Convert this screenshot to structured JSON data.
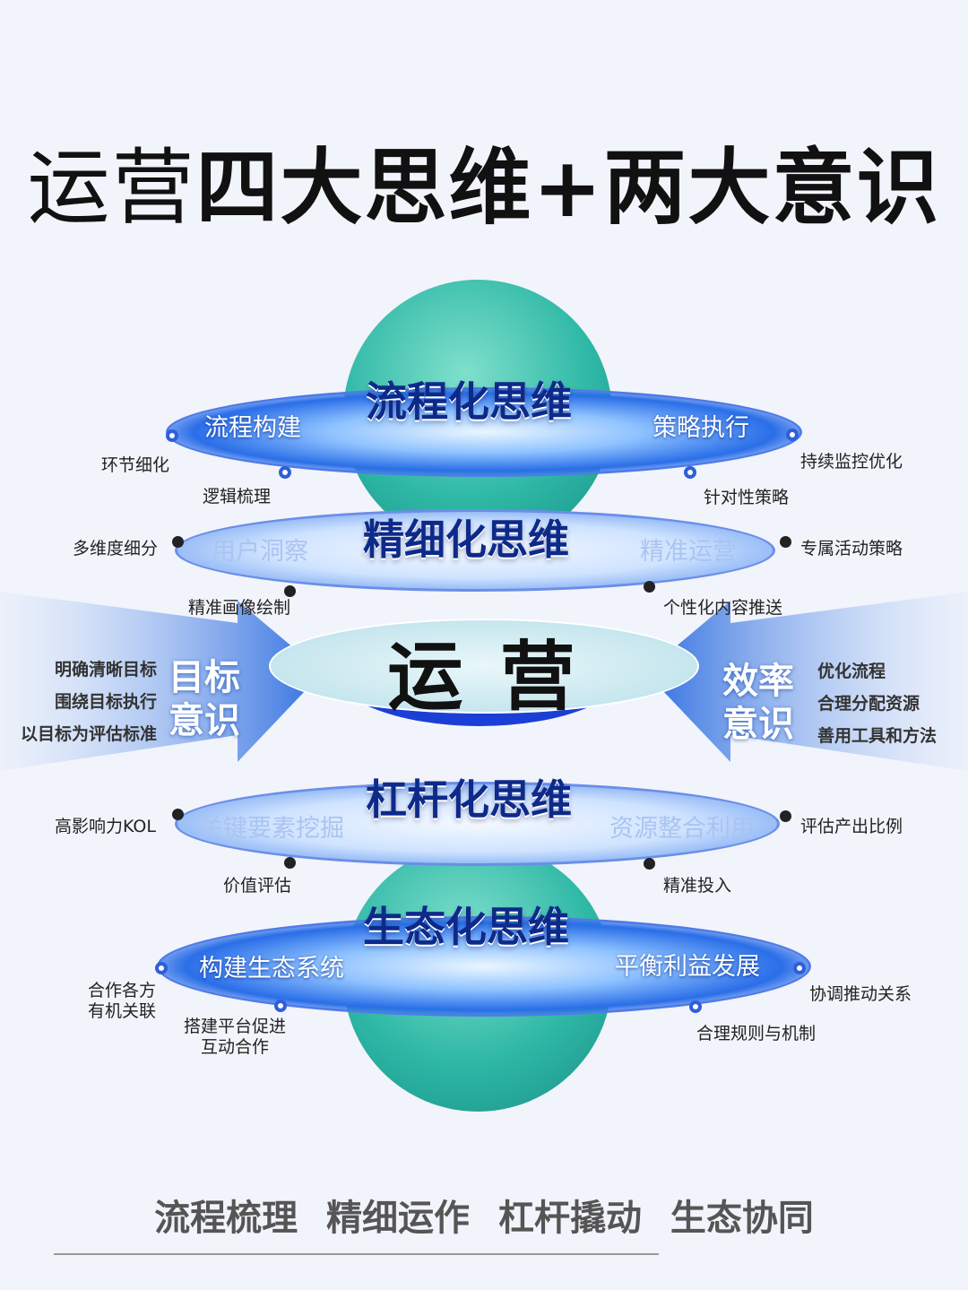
{
  "title": {
    "part1": "运营",
    "part2": "四大思维+两大意识"
  },
  "rings": [
    {
      "heading": "流程化思维",
      "left": "流程构建",
      "right": "策略执行",
      "notes": [
        "环节细化",
        "逻辑梳理",
        "针对性策略",
        "持续监控优化"
      ]
    },
    {
      "heading": "精细化思维",
      "left": "用户洞察",
      "right": "精准运营",
      "notes": [
        "多维度细分",
        "精准画像绘制",
        "个性化内容推送",
        "专属活动策略"
      ]
    },
    {
      "heading": "杠杆化思维",
      "left": "关键要素挖掘",
      "right": "资源整合利用",
      "notes": [
        "高影响力KOL",
        "价值评估",
        "精准投入",
        "评估产出比例"
      ]
    },
    {
      "heading": "生态化思维",
      "left": "构建生态系统",
      "right": "平衡利益发展",
      "notes": [
        "合作各方有机关联",
        "搭建平台促进互动合作",
        "合理规则与机制",
        "协调推动关系"
      ]
    }
  ],
  "center": {
    "label": "运 营"
  },
  "awareness": {
    "left": {
      "title1": "目标",
      "title2": "意识",
      "items": [
        "明确清晰目标",
        "围绕目标执行",
        "以目标为评估标准"
      ]
    },
    "right": {
      "title1": "效率",
      "title2": "意识",
      "items": [
        "优化流程",
        "合理分配资源",
        "善用工具和方法"
      ]
    }
  },
  "footer": "流程梳理 精细运作 杠杆撬动 生态协同"
}
